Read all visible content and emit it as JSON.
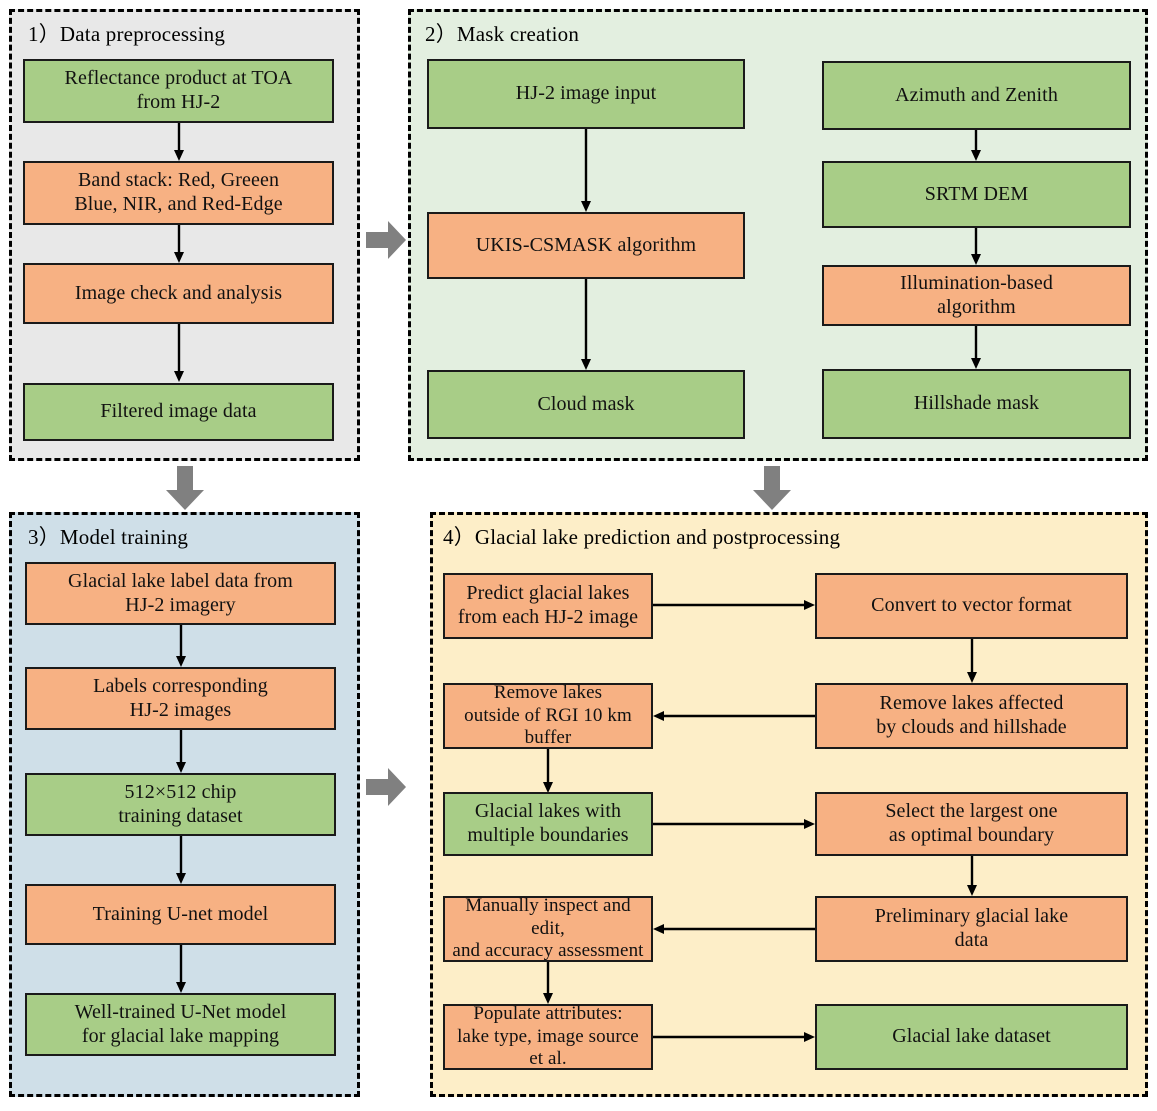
{
  "colors": {
    "green_fill": "#a8cd87",
    "orange_fill": "#f7b183",
    "panel1_bg": "#e8e8e8",
    "panel2_bg": "#e3efe0",
    "panel3_bg": "#cfdfe8",
    "panel4_bg": "#fdeec8",
    "border": "#1a1a1a",
    "block_arrow": "#808080"
  },
  "panels": {
    "p1": {
      "title": "1）Data preprocessing",
      "nodes": [
        {
          "id": "reflectance",
          "text": "Reflectance product at TOA\nfrom HJ-2",
          "fill": "green"
        },
        {
          "id": "band-stack",
          "text": "Band stack: Red, Greeen\nBlue, NIR, and Red-Edge",
          "fill": "orange"
        },
        {
          "id": "image-check",
          "text": "Image check and analysis",
          "fill": "orange"
        },
        {
          "id": "filtered-image",
          "text": "Filtered image data",
          "fill": "green"
        }
      ]
    },
    "p2": {
      "title": "2）Mask creation",
      "left_nodes": [
        {
          "id": "hj2-image-input",
          "text": "HJ-2 image input",
          "fill": "green"
        },
        {
          "id": "ukis-csmask",
          "text": "UKIS-CSMASK algorithm",
          "fill": "orange"
        },
        {
          "id": "cloud-mask",
          "text": "Cloud mask",
          "fill": "green"
        }
      ],
      "right_nodes": [
        {
          "id": "azimuth-zenith",
          "text": "Azimuth and Zenith",
          "fill": "green"
        },
        {
          "id": "srtm-dem",
          "text": "SRTM DEM",
          "fill": "green"
        },
        {
          "id": "illumination-algorithm",
          "text": "Illumination-based\nalgorithm",
          "fill": "orange"
        },
        {
          "id": "hillshade-mask",
          "text": "Hillshade mask",
          "fill": "green"
        }
      ]
    },
    "p3": {
      "title": "3）Model training",
      "nodes": [
        {
          "id": "label-data",
          "text": "Glacial lake label data from\nHJ-2 imagery",
          "fill": "orange"
        },
        {
          "id": "labels-corresponding",
          "text": "Labels corresponding\nHJ-2 images",
          "fill": "orange"
        },
        {
          "id": "chip-dataset",
          "text": "512×512 chip\ntraining dataset",
          "fill": "green"
        },
        {
          "id": "training-unet",
          "text": "Training U-net model",
          "fill": "orange"
        },
        {
          "id": "well-trained-unet",
          "text": "Well-trained U-Net model\nfor glacial lake mapping",
          "fill": "green"
        }
      ]
    },
    "p4": {
      "title": "4）Glacial lake prediction and postprocessing",
      "left_nodes": [
        {
          "id": "predict-lakes",
          "text": "Predict glacial lakes\nfrom each HJ-2 image",
          "fill": "orange"
        },
        {
          "id": "remove-outside-buffer",
          "text": "Remove lakes\noutside of RGI 10 km buffer",
          "fill": "orange"
        },
        {
          "id": "multiple-boundaries",
          "text": "Glacial lakes with\nmultiple boundaries",
          "fill": "green"
        },
        {
          "id": "manual-inspect",
          "text": "Manually inspect and edit,\nand accuracy assessment",
          "fill": "orange"
        },
        {
          "id": "populate-attributes",
          "text": "Populate attributes:\nlake type, image source et al.",
          "fill": "orange"
        }
      ],
      "right_nodes": [
        {
          "id": "convert-vector",
          "text": "Convert to vector format",
          "fill": "orange"
        },
        {
          "id": "remove-clouds-hillshade",
          "text": "Remove  lakes affected\nby clouds and hillshade",
          "fill": "orange"
        },
        {
          "id": "select-largest",
          "text": "Select the largest one\nas optimal boundary",
          "fill": "orange"
        },
        {
          "id": "preliminary-data",
          "text": "Preliminary glacial lake\ndata",
          "fill": "orange"
        },
        {
          "id": "glacial-lake-dataset",
          "text": "Glacial lake dataset",
          "fill": "green"
        }
      ]
    }
  },
  "block_arrows": [
    {
      "id": "p1-to-p2",
      "direction": "right"
    },
    {
      "id": "p1-to-p3",
      "direction": "down"
    },
    {
      "id": "p2-to-p4",
      "direction": "down"
    },
    {
      "id": "p3-to-p4",
      "direction": "right"
    }
  ]
}
